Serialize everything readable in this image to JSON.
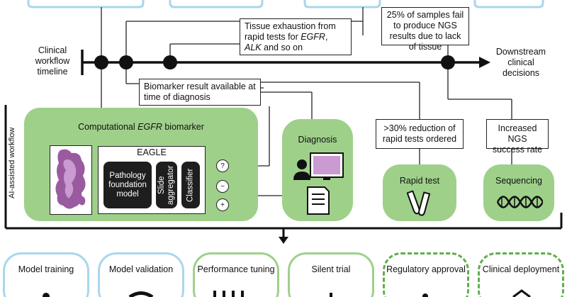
{
  "timeline": {
    "label": "Clinical workflow timeline",
    "end_label": "Downstream clinical decisions"
  },
  "ai_workflow_label": "AI-assisted workflow",
  "callouts": {
    "tissue_exhaustion": [
      "Tissue exhaustion from",
      "rapid tests for ",
      "EGFR",
      ",",
      "ALK",
      " and so on"
    ],
    "ngs_fail": "25% of samples fail to produce NGS results due to lack of tissue",
    "biomarker_available": "Biomarker result available at time of diagnosis",
    "rapid_reduction": ">30% reduction of rapid tests ordered",
    "ngs_success": "Increased NGS success rate"
  },
  "biomarker_panel": {
    "title_prefix": "Computational ",
    "title_italic": "EGFR",
    "title_suffix": " biomarker",
    "eagle": "EAGLE",
    "pathology_model": "Pathology foundation model",
    "slide_aggregator": "Slide aggregator",
    "classifier": "Classifier",
    "outcomes": [
      "?",
      "−",
      "+"
    ]
  },
  "diagnosis": {
    "title": "Diagnosis"
  },
  "rapid_test": {
    "title": "Rapid test"
  },
  "sequencing": {
    "title": "Sequencing"
  },
  "stages": [
    {
      "label": "Model training",
      "style": "blue"
    },
    {
      "label": "Model validation",
      "style": "blue"
    },
    {
      "label": "Performance tuning",
      "style": "green"
    },
    {
      "label": "Silent trial",
      "style": "green"
    },
    {
      "label": "Regulatory approval",
      "style": "dashed"
    },
    {
      "label": "Clinical deployment",
      "style": "dashed"
    }
  ],
  "colors": {
    "green": "#9ed08a",
    "green_stroke": "#5fae4c",
    "blue_stroke": "#a9d6ee",
    "dark": "#1e1e1e"
  }
}
